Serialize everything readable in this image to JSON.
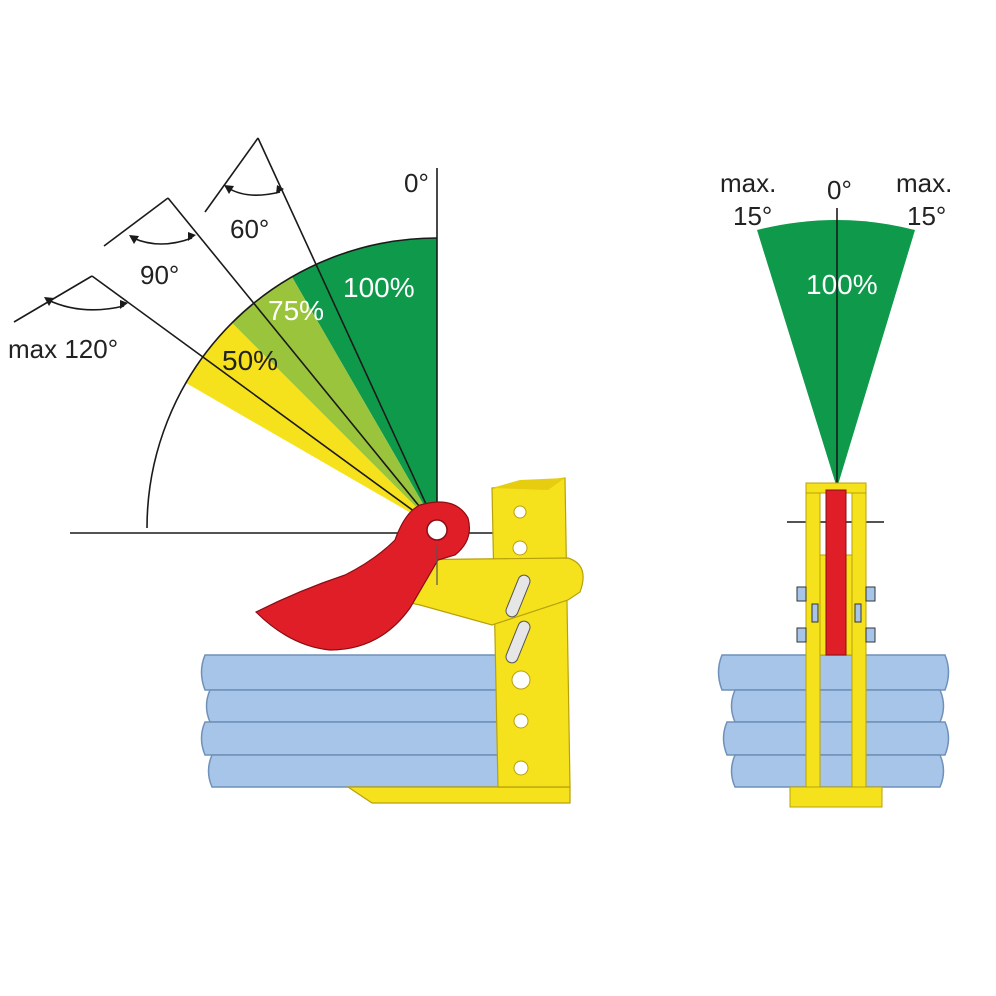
{
  "left_diagram": {
    "zero_label": "0°",
    "angle_60": "60°",
    "angle_90": "90°",
    "angle_120": "max 120°",
    "capacity_100": "100%",
    "capacity_75": "75%",
    "capacity_50": "50%"
  },
  "right_diagram": {
    "left_max": "max.",
    "left_deg": "15°",
    "center_deg": "0°",
    "right_max": "max.",
    "right_deg": "15°",
    "capacity": "100%"
  },
  "colors": {
    "green": "#0e9a4a",
    "light_green": "#9ac43c",
    "yellow": "#f6e21c",
    "red": "#e01e28",
    "steel_blue": "#a7c5e8",
    "steel_edge": "#6f90b8"
  }
}
